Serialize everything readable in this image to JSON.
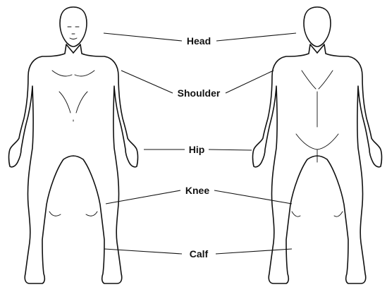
{
  "labels": {
    "head": "Head",
    "shoulder": "Shoulder",
    "hip": "Hip",
    "knee": "Knee",
    "calf": "Calf"
  },
  "colors": {
    "line": "#111111",
    "background": "#ffffff"
  }
}
